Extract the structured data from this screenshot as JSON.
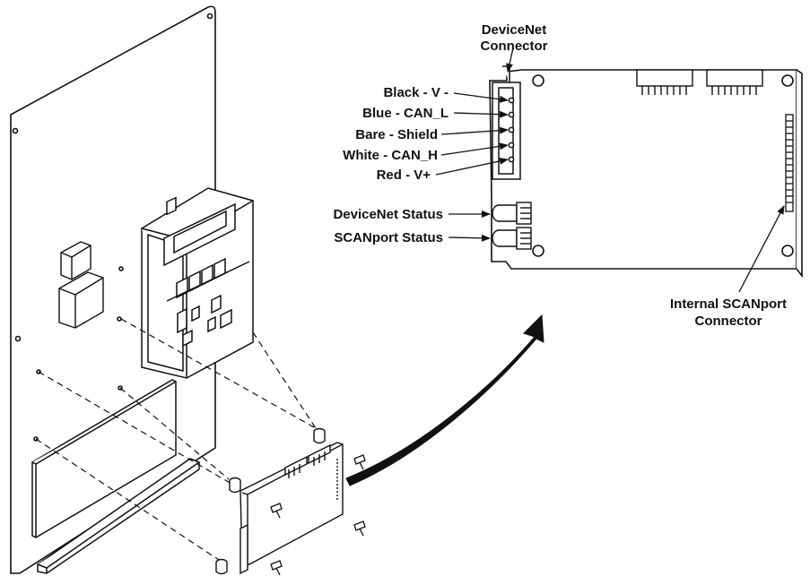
{
  "labels": {
    "devicenet_connector_line1": "DeviceNet",
    "devicenet_connector_line2": "Connector",
    "black": "Black - V -",
    "blue": "Blue - CAN_L",
    "bare": "Bare - Shield",
    "white": "White - CAN_H",
    "red": "Red - V+",
    "devicenet_status": "DeviceNet Status",
    "scanport_status": "SCANport Status",
    "internal_scanport_line1": "Internal SCANport",
    "internal_scanport_line2": "Connector"
  },
  "colors": {
    "line": "#111111",
    "background": "#ffffff"
  }
}
